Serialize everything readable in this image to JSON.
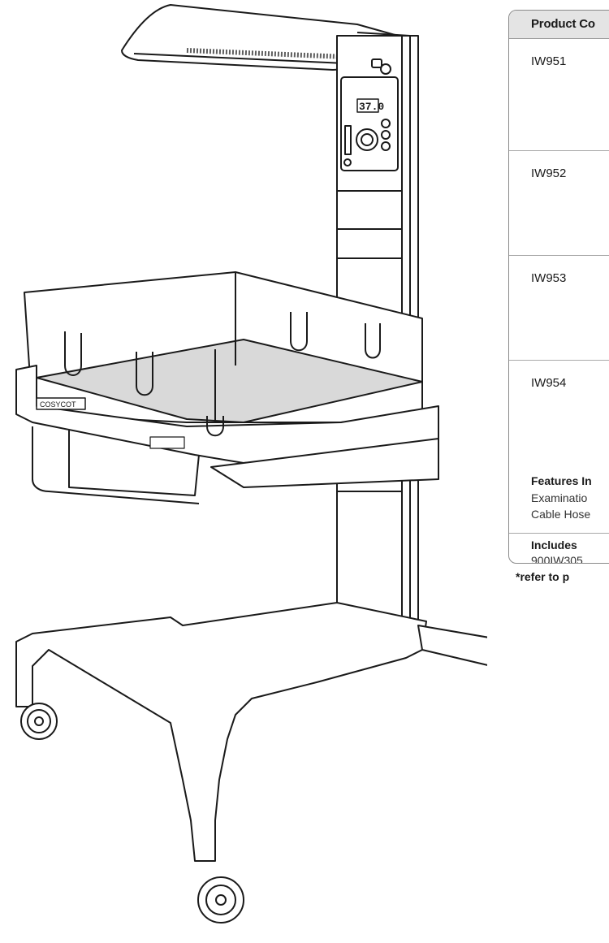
{
  "table": {
    "header": "Product Co",
    "rows": [
      {
        "code": "IW951"
      },
      {
        "code": "IW952"
      },
      {
        "code": "IW953"
      },
      {
        "code": "IW954"
      }
    ],
    "features_title": "Features In",
    "features_lines": [
      "Examinatio",
      "Cable Hose"
    ],
    "includes_title": "Includes",
    "includes_value": "900IW305"
  },
  "footnote": "*refer to p",
  "device": {
    "brand_label": "COSYCOT",
    "display_value": "37.0",
    "line_color": "#1a1a1a",
    "mattress_color": "#d9d9d9"
  }
}
